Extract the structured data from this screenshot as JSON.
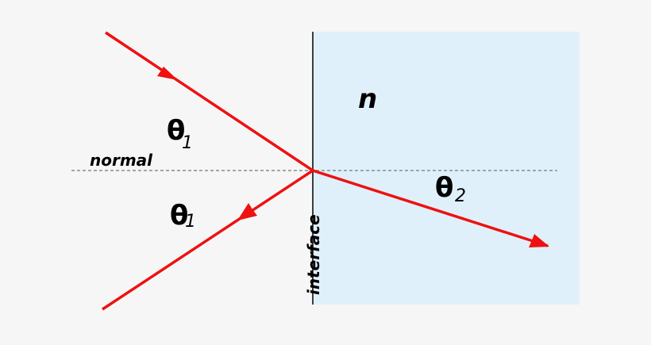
{
  "labels": {
    "medium_index": "n",
    "normal": "normal",
    "interface": "interface",
    "incident_angle": {
      "symbol": "θ",
      "subscript": "1"
    },
    "reflected_angle": {
      "symbol": "θ",
      "subscript": "1"
    },
    "refracted_angle": {
      "symbol": "θ",
      "subscript": "2"
    }
  },
  "colors": {
    "background": "#f6f6f6",
    "medium": "#dff0fb",
    "ray": "#ee1111",
    "interface_line": "#111111",
    "normal_line": "#8a8a8a"
  }
}
